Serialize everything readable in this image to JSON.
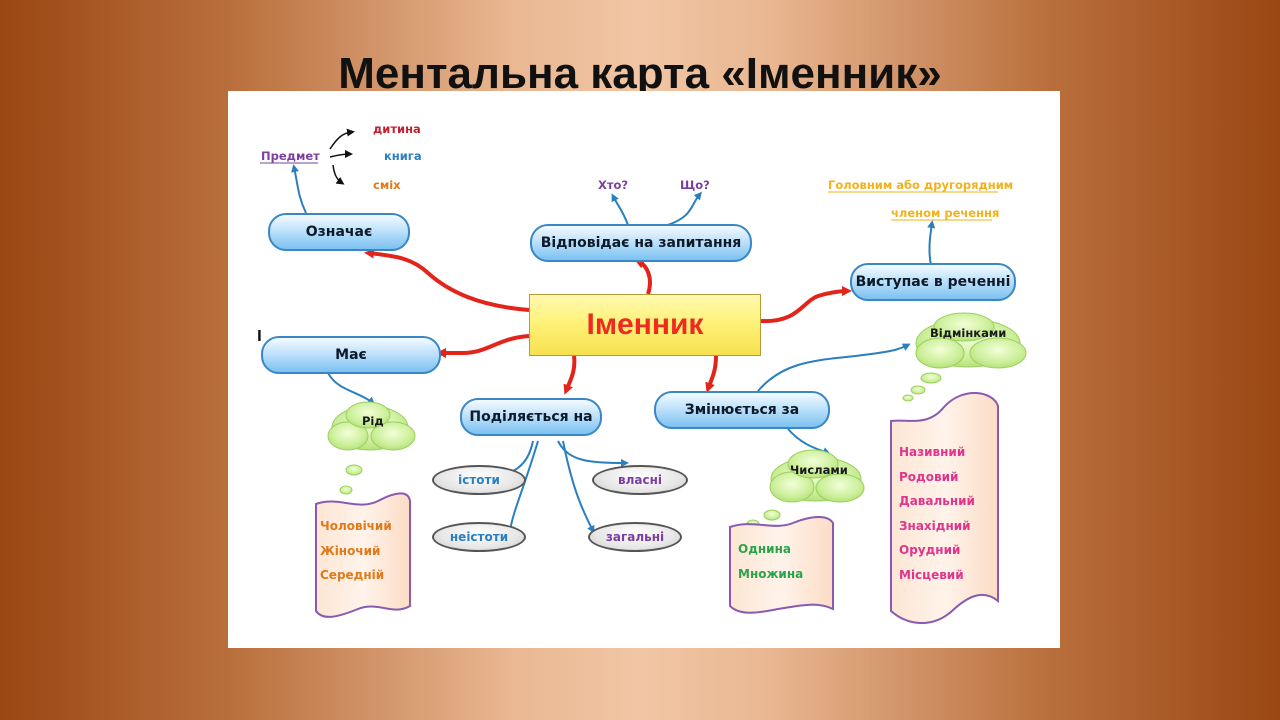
{
  "slide": {
    "title": "Ментальна карта «Іменник»"
  },
  "center": {
    "label": "Іменник"
  },
  "branches": {
    "means": "Означає",
    "answers": "Відповідає на запитання",
    "role": "Виступає в реченні",
    "has": "Має",
    "divides": "Поділяється на",
    "changes": "Змінюється за"
  },
  "means_examples": {
    "subject": "Предмет",
    "items": [
      "дитина",
      "книга",
      "сміх"
    ]
  },
  "questions": [
    "Хто?",
    "Що?"
  ],
  "sentence_role": [
    "Головним або другорядним",
    "членом речення"
  ],
  "has_cloud": "Рід",
  "genders": [
    "Чоловічий",
    "Жіночий",
    "Середній"
  ],
  "division": {
    "animate": "істоти",
    "proper": "власні",
    "inanimate": "неістоти",
    "common": "загальні"
  },
  "numbers_cloud": "Числами",
  "numbers": [
    "Однина",
    "Множина"
  ],
  "cases_cloud": "Відмінками",
  "cases": [
    "Називний",
    "Родовий",
    "Давальний",
    "Знахідний",
    "Орудний",
    "Місцевий"
  ],
  "stray_mark": "l",
  "colors": {
    "red_arrow": "#e3241b",
    "blue_arrow": "#2a7fc0",
    "purple": "#7b3fa0",
    "orange": "#e07a1a",
    "pink": "#e0358c",
    "green": "#2aa34a",
    "gold": "#f2b21b",
    "dark_red": "#c0212f",
    "blue_text": "#2b7fc2"
  }
}
